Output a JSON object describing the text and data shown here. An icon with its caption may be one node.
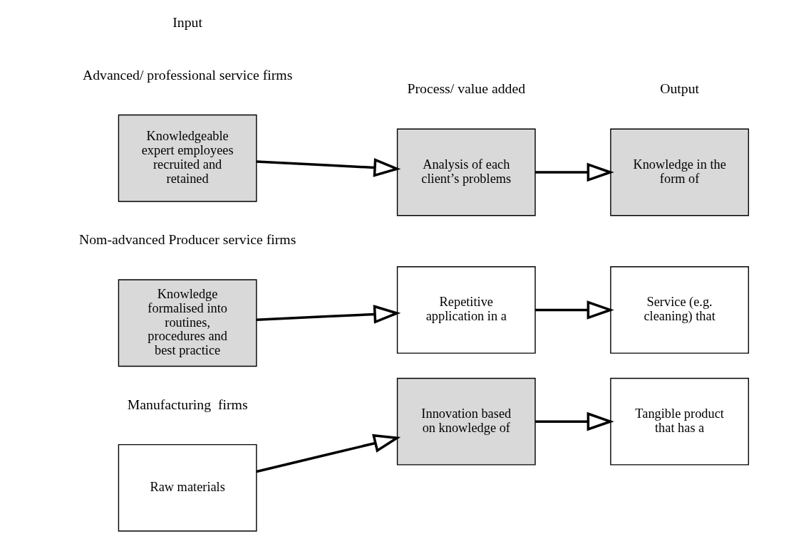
{
  "diagram": {
    "nodes": [
      {
        "text": [
          "Knowledgeable expert employees recruited and retained"
        ]
      },
      {
        "text": [
          "Analysis of each client’s problems"
        ]
      },
      {
        "text": [
          "Knowledge in the form of"
        ]
      },
      {
        "text": [
          "Knowledge formalised into routines, procedures and best practice"
        ]
      },
      {
        "text": [
          "Repetitive application in a"
        ]
      },
      {
        "text": [
          "Service (e.g. cleaning) that"
        ]
      },
      {
        "text": [
          "Raw materials"
        ]
      },
      {
        "text": [
          "Innovation based on knowledge of"
        ]
      },
      {
        "text": [
          "Tangible product that has a"
        ]
      }
    ],
    "edges": [
      {
        "from": 0,
        "to": 1,
        "arrow": "to"
      },
      {
        "from": 1,
        "to": 2,
        "arrow": "to"
      },
      {
        "from": 3,
        "to": 4,
        "arrow": "to"
      },
      {
        "from": 4,
        "to": 5,
        "arrow": "to"
      },
      {
        "from": 6,
        "to": 7,
        "arrow": "to"
      },
      {
        "from": 7,
        "to": 8,
        "arrow": "to"
      }
    ],
    "labels": [
      "Input",
      "Process/ value added",
      "Output",
      "Advanced/ professional service firms",
      "Nom-advanced Producer service firms",
      "Manufacturing  firms"
    ]
  }
}
